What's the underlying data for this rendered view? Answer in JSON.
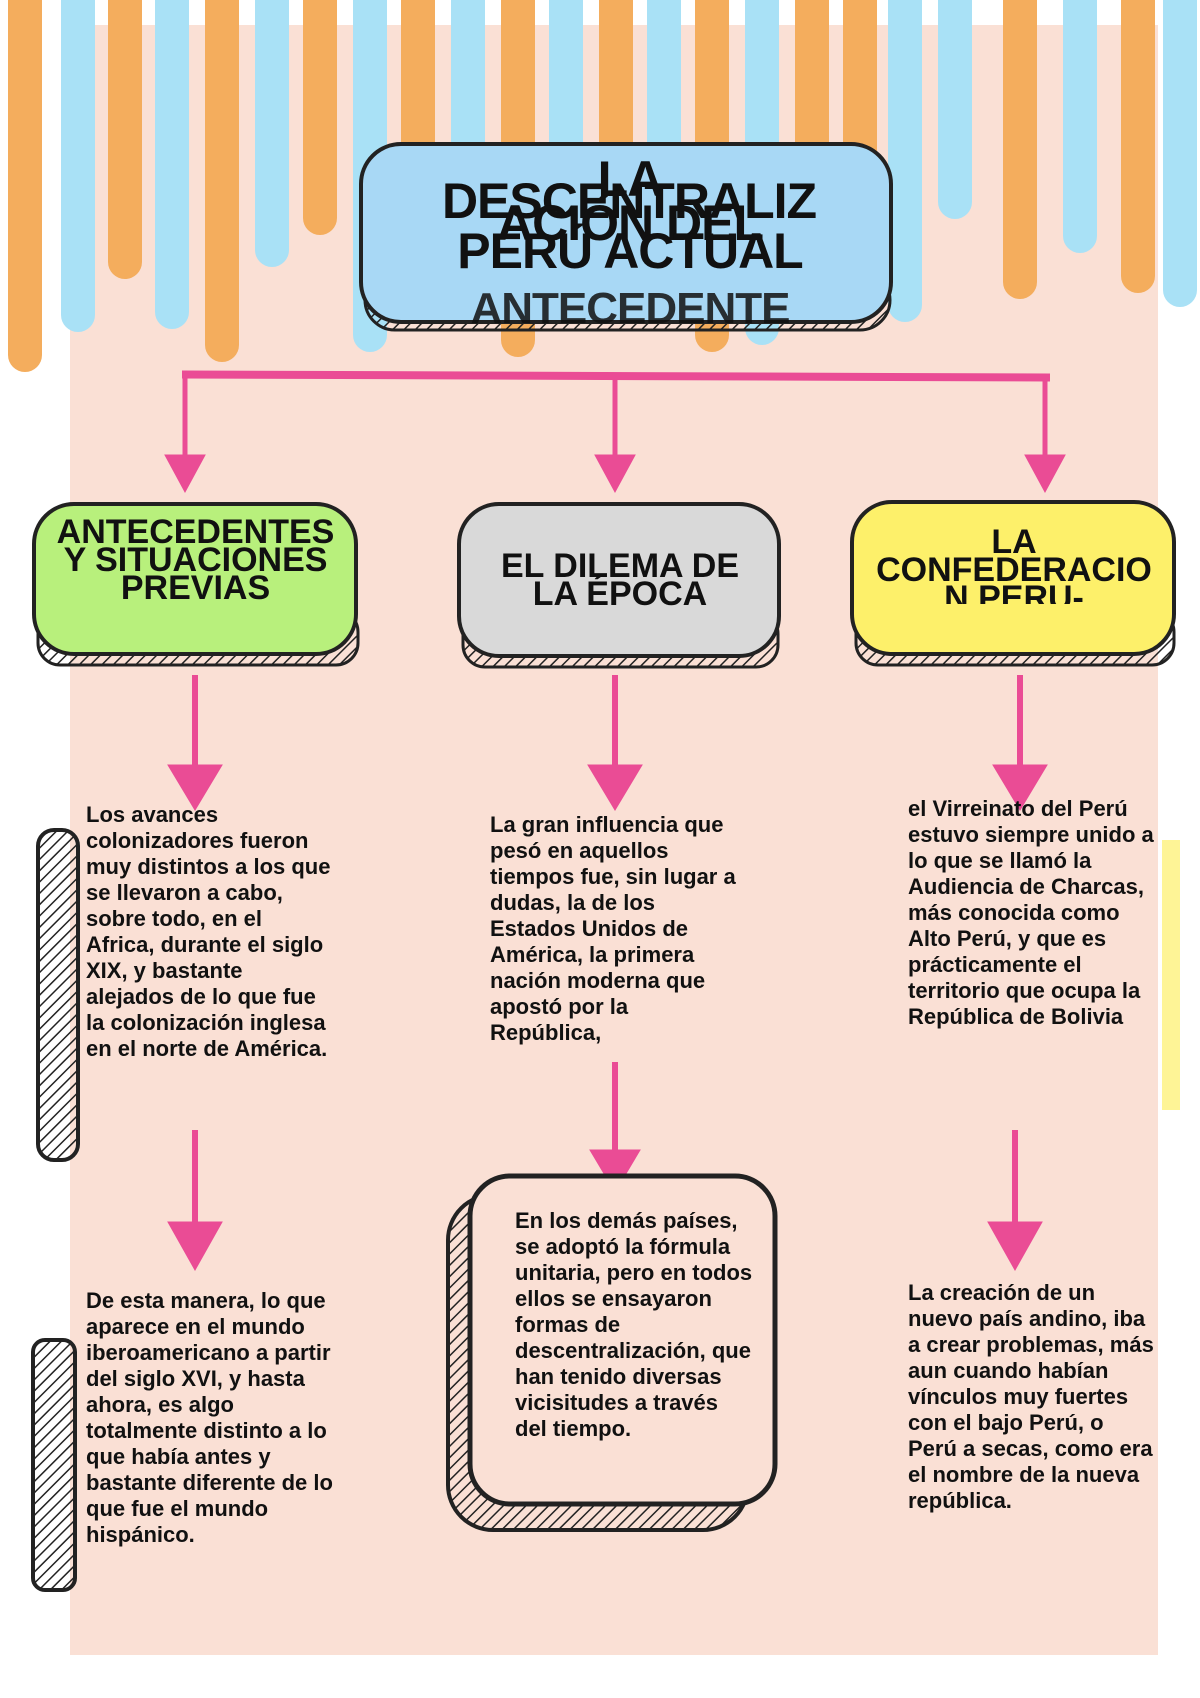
{
  "title": {
    "lines": [
      "DESCENTRALIZ",
      "LA",
      "ACIÓN DEL",
      "PERÚ  ACTUAL"
    ],
    "underlay": "ANTECEDENTE"
  },
  "columns": [
    {
      "heading": [
        "ANTECEDENTES",
        "Y SITUACIONES",
        "PREVIAS"
      ],
      "color": "#b8f07c",
      "text1": "Los avances colonizadores fueron muy distintos a los que se llevaron a cabo, sobre todo, en el Africa, durante el siglo XIX, y bastante alejados de lo que fue la colonización inglesa en el norte de América.",
      "text2": "De esta manera, lo que aparece en el mundo iberoamericano a partir del siglo XVI, y hasta ahora, es algo totalmente distinto a lo que había antes y bastante diferente de lo que fue el mundo hispánico."
    },
    {
      "heading": [
        "EL DILEMA DE",
        "LA ÉPOCA"
      ],
      "color": "#d9d9d9",
      "text1": "La gran influencia que pesó en aquellos tiempos fue, sin lugar a dudas, la de los Estados Unidos de América, la primera nación moderna que apostó por la República,",
      "text2": "En los demás países, se adoptó la fórmula unitaria, pero en todos ellos se ensayaron formas de descentralización, que han tenido diversas vicisitudes a través del tiempo."
    },
    {
      "heading": [
        "LA",
        "CONFEDERACIO",
        "N PERU-"
      ],
      "color": "#fdf06a",
      "text1": "el Virreinato del Perú estuvo siempre unido a lo que se llamó la Audiencia de Charcas, más conocida como Alto Perú, y que es prácticamente el territorio que ocupa la República de Bolivia",
      "text2": "La creación de un nuevo país andino, iba a crear problemas, más aun cuando habían vínculos muy fuertes con el bajo Perú, o Perú a secas, como era el nombre de la nueva república."
    }
  ],
  "colors": {
    "panel": "#fae0d5",
    "stripe_orange": "#f4ad5d",
    "stripe_blue": "#a9e1f6",
    "arrow": "#ea4c95",
    "title_fill": "#a8d8f5"
  }
}
